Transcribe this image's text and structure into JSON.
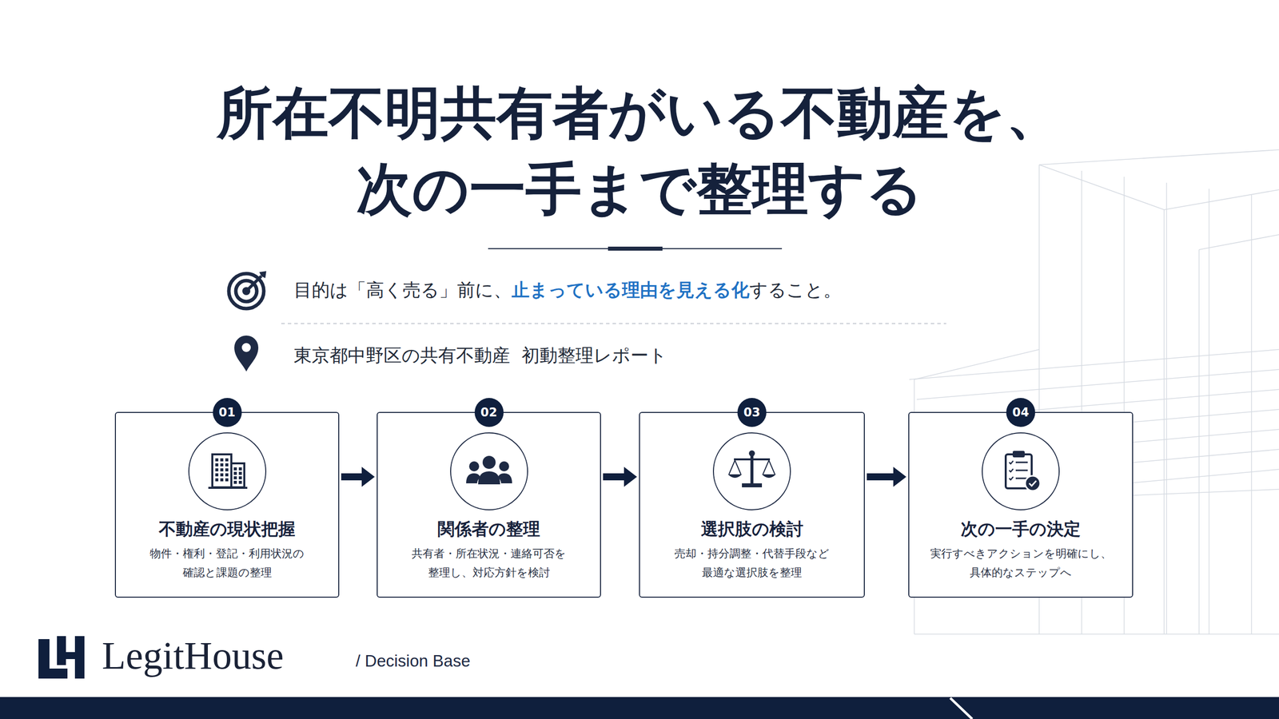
{
  "diagram": {
    "title": "所在不明共有者がいる不動産を、 次の一手まで整理する",
    "nodes": [
      {
        "text": [
          "01",
          "不動産の現状把握",
          "物件・権利・登記・利用状況の 確認と課題の整理"
        ]
      },
      {
        "text": [
          "02",
          "関係者の整理",
          "共有者・所在状況・連絡可否を 整理し、対応方針を検討"
        ]
      },
      {
        "text": [
          "03",
          "選択肢の検討",
          "売却・持分調整・代替手段など 最適な選択肢を整理"
        ]
      },
      {
        "text": [
          "04",
          "次の一手の決定",
          "実行すべきアクションを明確にし、 具体的なステップへ"
        ]
      }
    ],
    "edges": [
      {
        "from": 0,
        "to": 1,
        "arrow": "to"
      },
      {
        "from": 1,
        "to": 2,
        "arrow": "to"
      },
      {
        "from": 2,
        "to": 3,
        "arrow": "to"
      }
    ],
    "labels": [
      "目的は「高く売る」前に、",
      "止まっている理由を見える化",
      "すること。",
      "東京都中野区の共有不動産  初動整理レポート",
      "LegitHouse",
      "/ Decision Base"
    ]
  }
}
